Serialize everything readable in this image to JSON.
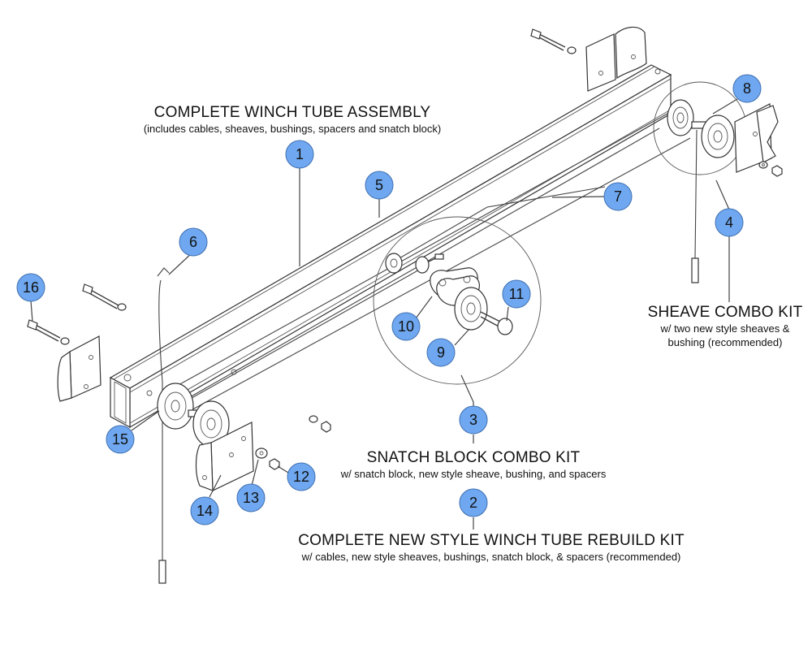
{
  "kits": {
    "complete_assembly": {
      "title": "COMPLETE WINCH TUBE ASSEMBLY",
      "subtitle": "(includes cables, sheaves, bushings, spacers and snatch block)"
    },
    "sheave_combo": {
      "title": "SHEAVE COMBO KIT",
      "subtitle_line1": "w/ two new style sheaves &",
      "subtitle_line2": "bushing (recommended)"
    },
    "snatch_block_combo": {
      "title": "SNATCH BLOCK COMBO KIT",
      "subtitle": "w/ snatch block, new style sheave, bushing, and spacers"
    },
    "rebuild_kit": {
      "title": "COMPLETE NEW STYLE WINCH TUBE REBUILD KIT",
      "subtitle": "w/ cables, new style sheaves, bushings, snatch block, & spacers (recommended)"
    }
  },
  "callouts": [
    "1",
    "2",
    "3",
    "4",
    "5",
    "6",
    "7",
    "8",
    "9",
    "10",
    "11",
    "12",
    "13",
    "14",
    "15",
    "16"
  ],
  "colors": {
    "callout_fill": "#6fa8f0",
    "callout_stroke": "#3f6fb0",
    "line": "#3a3a3a"
  }
}
